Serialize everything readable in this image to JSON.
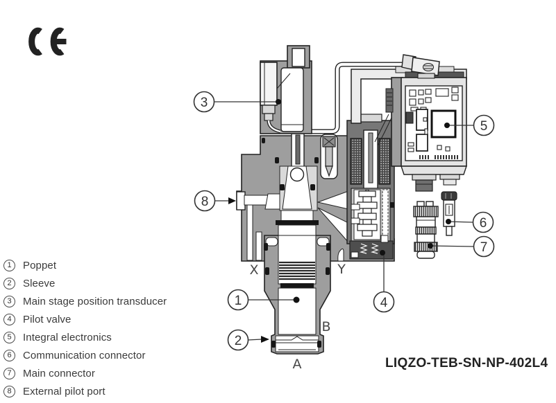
{
  "ce_mark": {
    "label": "CE"
  },
  "figure": {
    "callout_numbers": [
      "1",
      "2",
      "3",
      "4",
      "5",
      "6",
      "7",
      "8"
    ],
    "ports": {
      "x": "X",
      "y": "Y",
      "a": "A",
      "b": "B"
    }
  },
  "legend": {
    "items": [
      {
        "num": "1",
        "label": "Poppet"
      },
      {
        "num": "2",
        "label": "Sleeve"
      },
      {
        "num": "3",
        "label": "Main stage position transducer"
      },
      {
        "num": "4",
        "label": "Pilot valve"
      },
      {
        "num": "5",
        "label": "Integral electronics"
      },
      {
        "num": "6",
        "label": "Communication connector"
      },
      {
        "num": "7",
        "label": "Main connector"
      },
      {
        "num": "8",
        "label": "External pilot port"
      }
    ]
  },
  "model_code": "LIQZO-TEB-SN-NP-402L4",
  "colors": {
    "line": "#222222",
    "body_gray": "#9e9e9e",
    "light_gray": "#d8d8d8",
    "panel_gray": "#ececec",
    "dark_gray": "#4e4e4e",
    "text": "#3a3a3a"
  }
}
